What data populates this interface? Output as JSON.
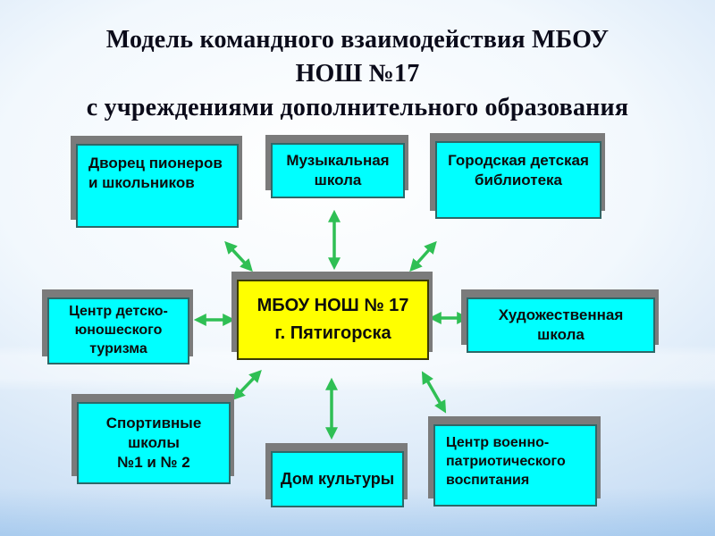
{
  "title": {
    "line1": "Модель командного взаимодействия МБОУ",
    "line2": "НОШ №17",
    "line3": "с учреждениями дополнительного образования"
  },
  "center_node": {
    "label": "МБОУ НОШ № 17\nг. Пятигорска"
  },
  "nodes": {
    "palace": {
      "label": "Дворец пионеров\nи школьников"
    },
    "music": {
      "label": "Музыкальная\nшкола"
    },
    "library": {
      "label": "Городская детская\nбиблиотека"
    },
    "tourism": {
      "label": "Центр детско-\nюношеского\nтуризма"
    },
    "art": {
      "label": "Художественная\nшкола"
    },
    "sport": {
      "label": "Спортивные\nшколы\n№1 и № 2"
    },
    "culture": {
      "label": "Дом культуры"
    },
    "military": {
      "label": "Центр военно-\nпатриотического\nвоспитания"
    }
  },
  "colors": {
    "background_blue": "#a3c9ee",
    "node_fill": "#00ffff",
    "node_border": "#2e6868",
    "center_fill": "#ffff00",
    "center_border": "#3a3a05",
    "shadow_gray": "#7b7b7b",
    "arrow_green": "#2fbf54",
    "title_color": "#0b0b1a",
    "text_color": "#0d0d0d"
  }
}
